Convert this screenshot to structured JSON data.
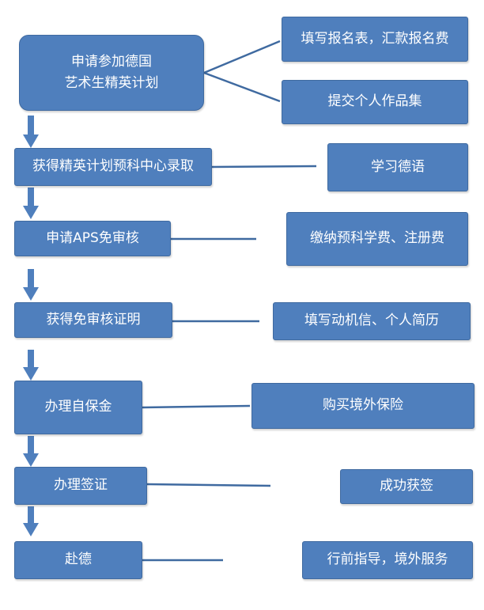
{
  "colors": {
    "box_fill": "#4f7fbd",
    "line": "#3f6aa0",
    "arrow": "#4f7fbd",
    "text": "#ffffff"
  },
  "steps": [
    {
      "label_line1": "申请参加德国",
      "label_line2": "艺术生精英计划"
    },
    {
      "label": "获得精英计划预科中心录取"
    },
    {
      "label": "申请APS免审核"
    },
    {
      "label": "获得免审核证明"
    },
    {
      "label": "办理自保金"
    },
    {
      "label": "办理签证"
    },
    {
      "label": "赴德"
    }
  ],
  "tasks": [
    {
      "label": "填写报名表，汇款报名费"
    },
    {
      "label": "提交个人作品集"
    },
    {
      "label": "学习德语"
    },
    {
      "label": "缴纳预科学费、注册费"
    },
    {
      "label": "填写动机信、个人简历"
    },
    {
      "label": "购买境外保险"
    },
    {
      "label": "成功获签"
    },
    {
      "label": "行前指导，境外服务"
    }
  ]
}
